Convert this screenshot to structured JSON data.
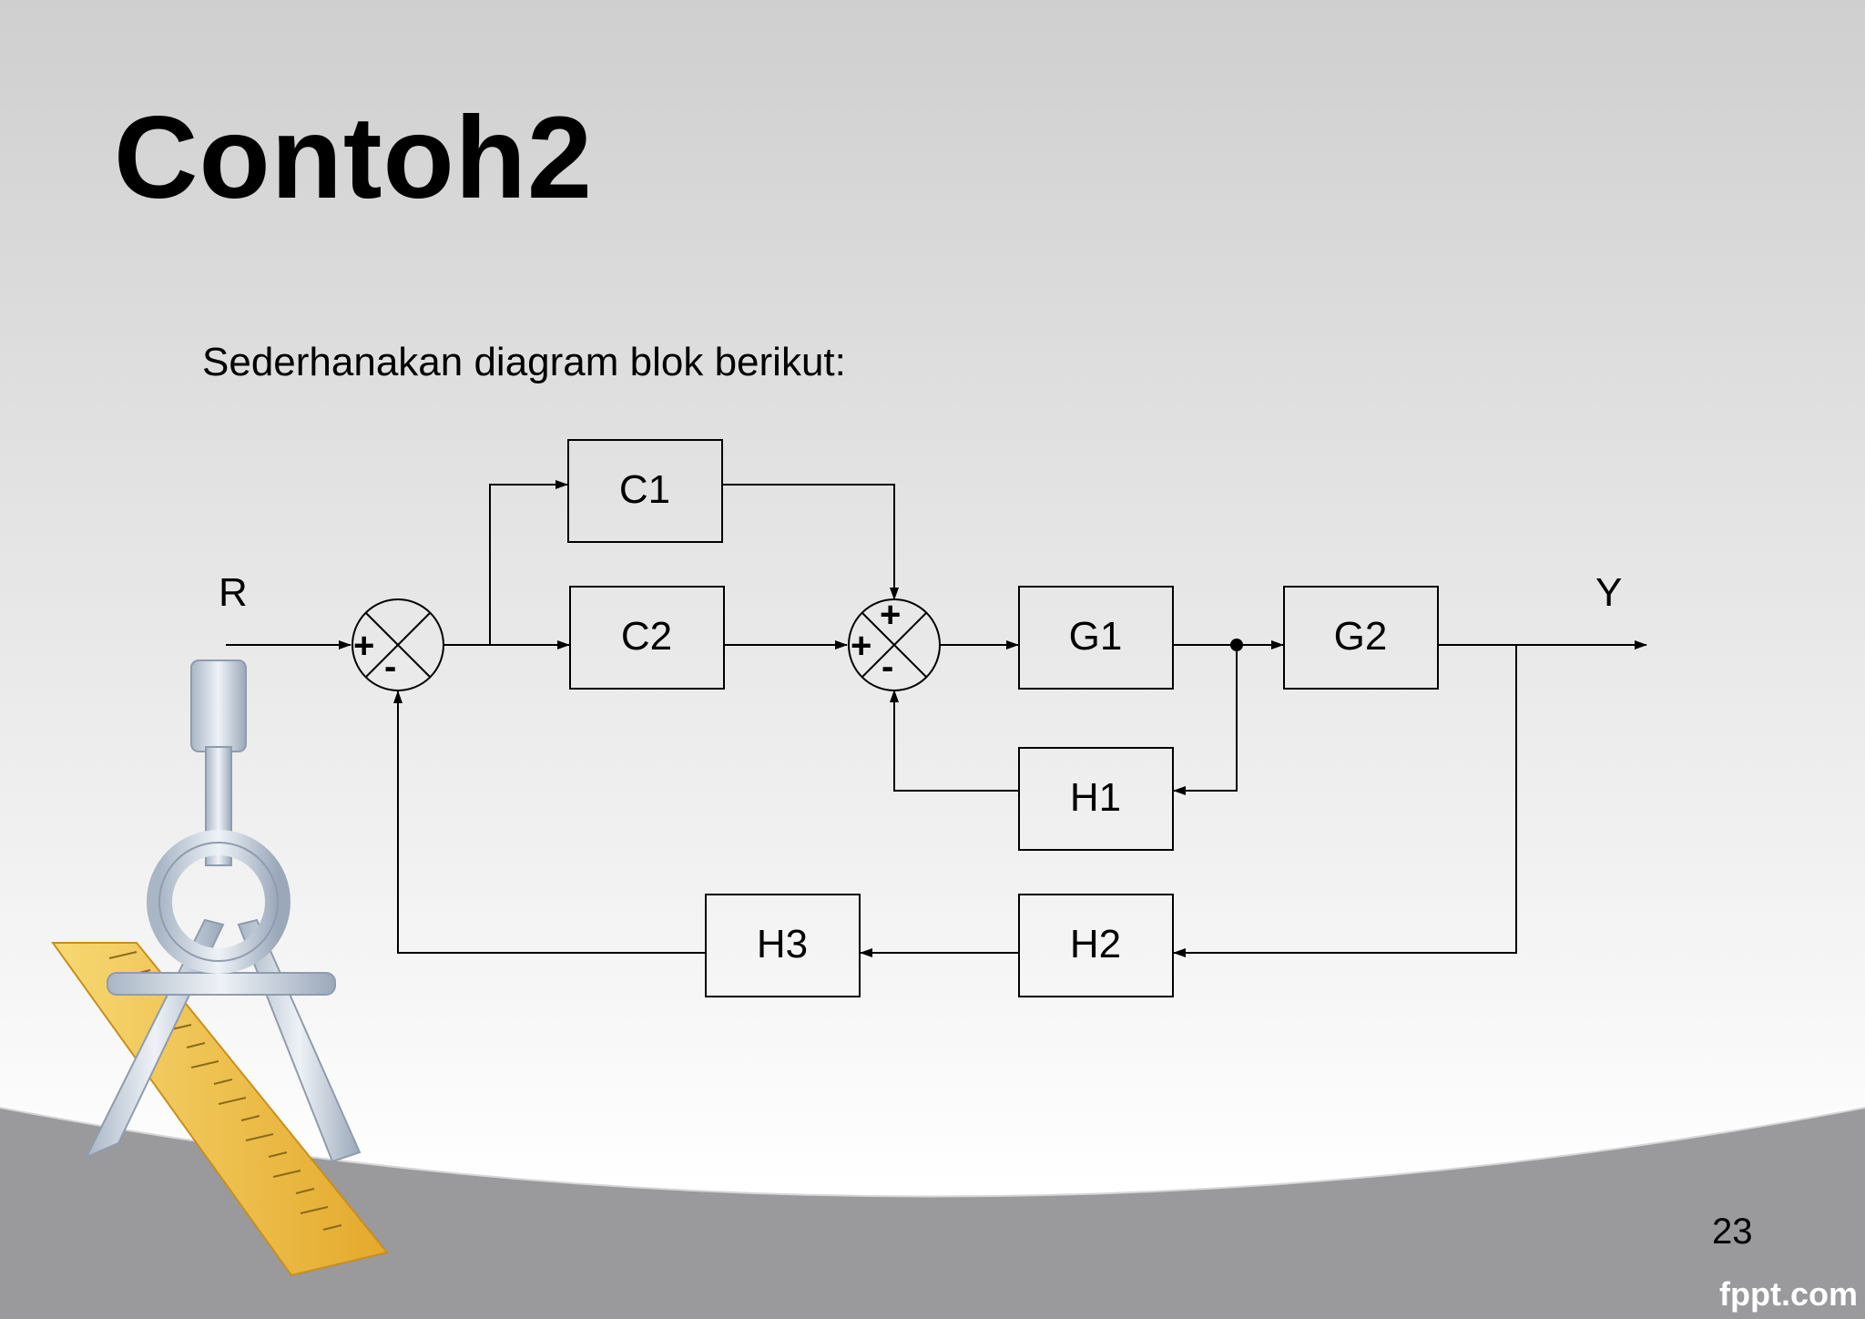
{
  "slide": {
    "title": "Contoh2",
    "subtitle": "Sederhanakan diagram blok berikut:",
    "page_number": "23",
    "footer_brand": "fppt.com"
  },
  "diagram": {
    "input_label": "R",
    "output_label": "Y",
    "blocks": {
      "c1": "C1",
      "c2": "C2",
      "g1": "G1",
      "g2": "G2",
      "h1": "H1",
      "h2": "H2",
      "h3": "H3"
    },
    "summing_junction_1": {
      "left_sign": "+",
      "bottom_sign": "-"
    },
    "summing_junction_2": {
      "top_sign": "+",
      "left_sign": "+",
      "bottom_sign": "-"
    }
  },
  "colors": {
    "band": "#9a999c",
    "ruler": "#f0c24a",
    "compass": "#c9d3e0"
  },
  "icons": {
    "illustration": "compass-and-ruler-icon"
  }
}
